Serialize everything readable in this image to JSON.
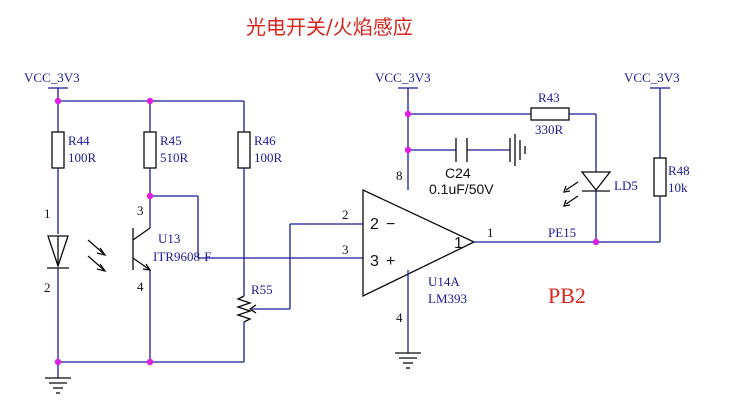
{
  "title": "光电开关/火焰感应",
  "net_label": "PB2",
  "power": {
    "vcc": "VCC_3V3"
  },
  "colors": {
    "wire": "#1a1a9c",
    "junction": "#e01ee0",
    "title": "#d8261f",
    "part": "#0a0a0a"
  },
  "resistors": [
    {
      "ref": "R44",
      "value": "100R"
    },
    {
      "ref": "R45",
      "value": "510R"
    },
    {
      "ref": "R46",
      "value": "100R"
    },
    {
      "ref": "R43",
      "value": "330R"
    },
    {
      "ref": "R48",
      "value": "10k"
    }
  ],
  "potentiometer": {
    "ref": "R55"
  },
  "capacitor": {
    "ref": "C24",
    "value": "0.1uF/50V"
  },
  "opto": {
    "ref": "U13",
    "part": "ITR9608-F",
    "pins": [
      "1",
      "2",
      "3",
      "4"
    ]
  },
  "led": {
    "ref": "LD5"
  },
  "comparator": {
    "ref": "U14A",
    "part": "LM393",
    "minus": "−",
    "plus": "+",
    "pins": [
      "2",
      "3",
      "1",
      "8",
      "4"
    ]
  },
  "output": {
    "pin": "1",
    "net": "PE15"
  }
}
